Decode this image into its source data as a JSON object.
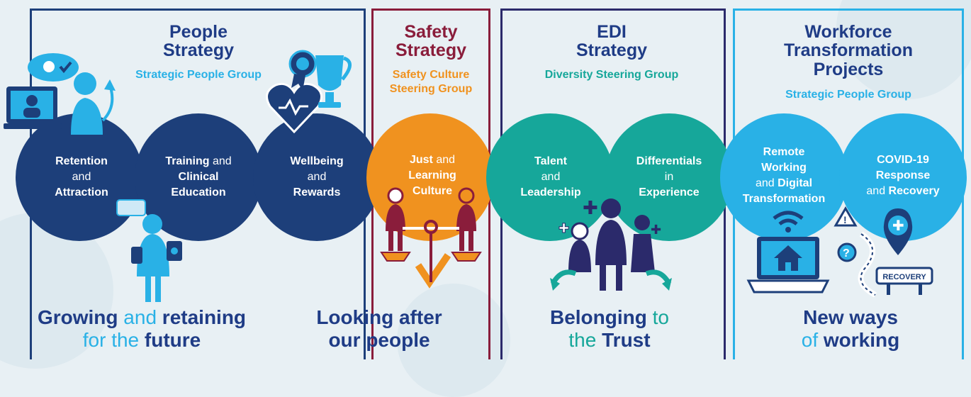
{
  "colors": {
    "navy": "#1d3f7a",
    "light_blue": "#29b1e6",
    "teal": "#16a79a",
    "orange": "#f0921f",
    "maroon": "#8a1d3b",
    "heading_navy": "#1f3c86",
    "background": "#e8f0f4"
  },
  "panels": [
    {
      "title_line1": "People",
      "title_line2": "Strategy",
      "subtitle": "Strategic People Group"
    },
    {
      "title_line1": "Safety",
      "title_line2": "Strategy",
      "subtitle_line1": "Safety Culture",
      "subtitle_line2": "Steering Group"
    },
    {
      "title_line1": "EDI",
      "title_line2": "Strategy",
      "subtitle": "Diversity Steering Group"
    },
    {
      "title_line1": "Workforce",
      "title_line2": "Transformation",
      "title_line3": "Projects",
      "subtitle": "Strategic People Group"
    }
  ],
  "circles": [
    {
      "l1": "Retention",
      "l2": "and",
      "l3": "Attraction"
    },
    {
      "l1a": "Training",
      "l1b": " and",
      "l2": "Clinical",
      "l3": "Education"
    },
    {
      "l1": "Wellbeing",
      "l2": "and",
      "l3": "Rewards"
    },
    {
      "l1a": "Just",
      "l1b": " and",
      "l2": "Learning",
      "l3": "Culture"
    },
    {
      "l1": "Talent",
      "l2": "and",
      "l3": "Leadership"
    },
    {
      "l1": "Differentials",
      "l2": "in",
      "l3": "Experience"
    },
    {
      "l1": "Remote",
      "l2": "Working",
      "l3a": "and ",
      "l3b": "Digital",
      "l4": "Transformation"
    },
    {
      "l1": "COVID-19",
      "l2": "Response",
      "l3a": "and ",
      "l3b": "Recovery"
    }
  ],
  "bottom": [
    {
      "a": "Growing",
      "b": " and ",
      "c": "retaining",
      "d": "for the ",
      "e": "future"
    },
    {
      "a": "Looking after",
      "b": "our people"
    },
    {
      "a": "Belonging",
      "b": " to",
      "c": "the ",
      "d": "Trust"
    },
    {
      "a": "New ways",
      "b": "of ",
      "c": "working"
    }
  ],
  "icons": {
    "recovery_sign": "RECOVERY"
  }
}
